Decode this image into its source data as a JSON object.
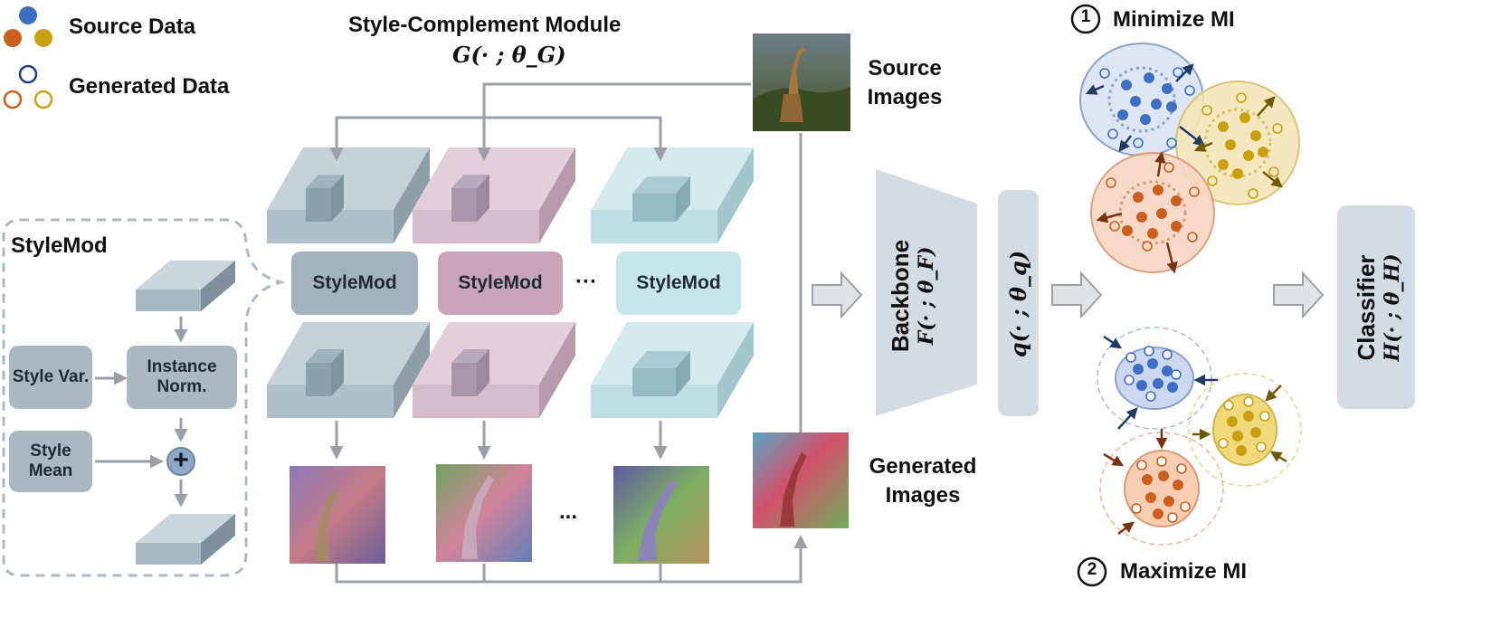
{
  "legend": {
    "source": "Source Data",
    "generated": "Generated Data",
    "colors": {
      "blue": "#3e6fc4",
      "orange": "#c9601f",
      "gold": "#c9a012"
    }
  },
  "module": {
    "title": "Style-Complement Module",
    "formula": "G(· ; θ_G)"
  },
  "stylemod_panel": {
    "title": "StyleMod",
    "style_var": "Style Var.",
    "instance_norm": "Instance Norm.",
    "style_mean": "Style Mean",
    "plus": "+"
  },
  "stylemod_blocks": {
    "label": "StyleMod",
    "ellipsis": "···"
  },
  "images": {
    "source": "Source Images",
    "generated": "Generated Images",
    "ellipsis": "..."
  },
  "backbone": {
    "label": "Backbone",
    "formula": "F(· ; θ_F)"
  },
  "projector": {
    "formula": "q(· ; θ_q)"
  },
  "mi": {
    "minimize": "Minimize MI",
    "maximize": "Maximize MI",
    "minimize_num": "1",
    "maximize_num": "2"
  },
  "classifier": {
    "label": "Classifier",
    "formula": "H(· ; θ_H)"
  }
}
